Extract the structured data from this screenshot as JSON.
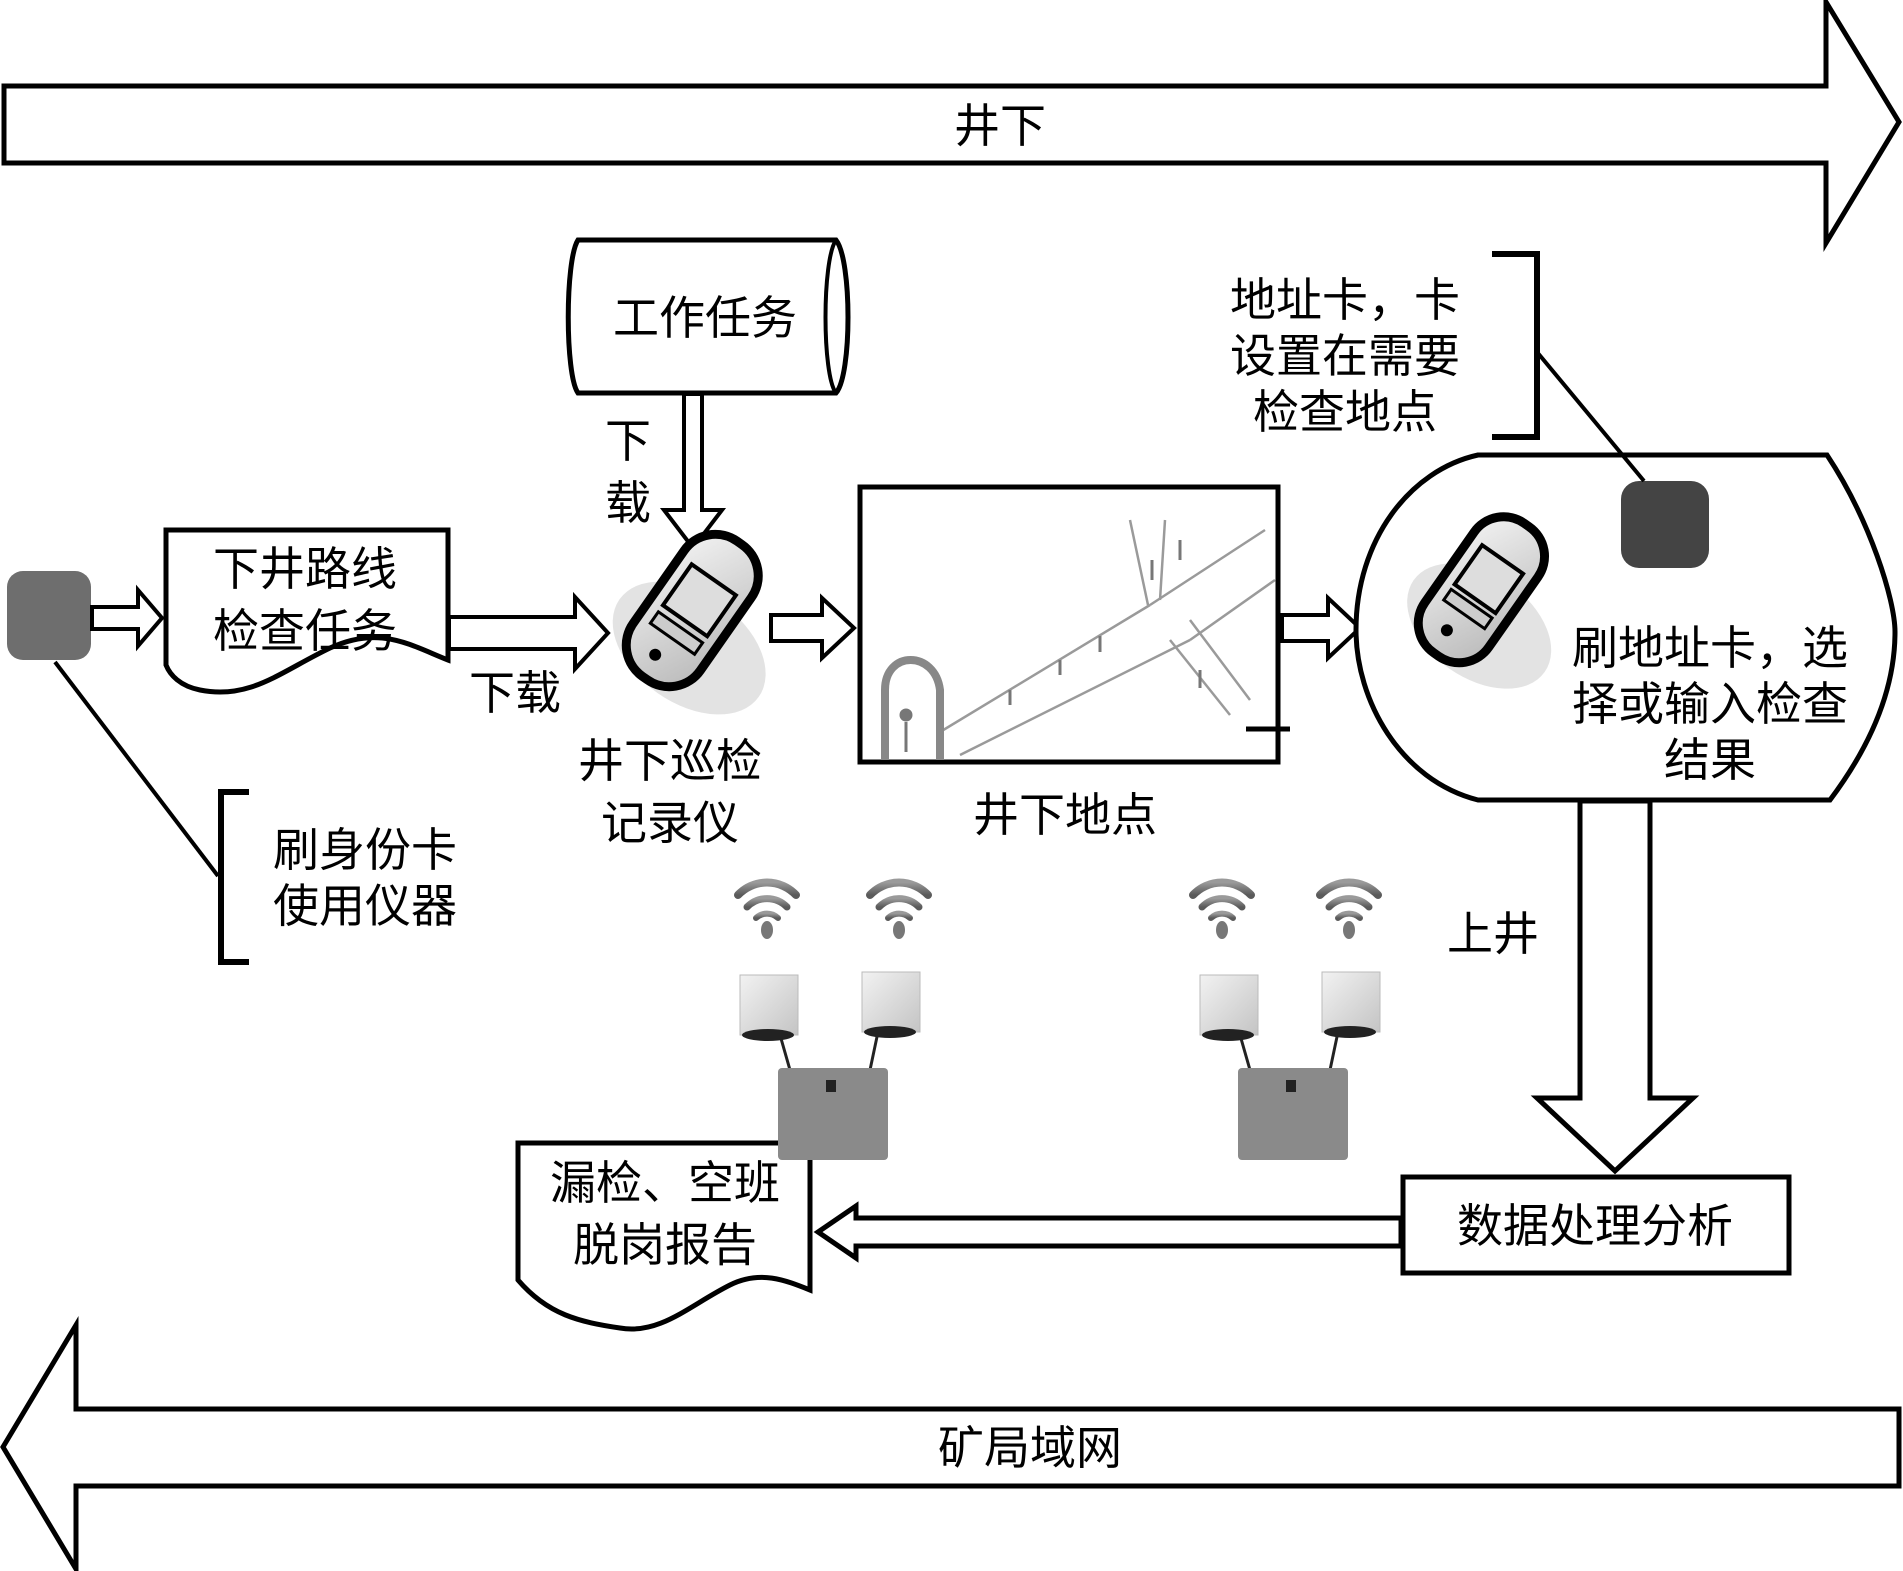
{
  "top_band": {
    "label": "井下"
  },
  "bottom_band": {
    "label": "矿局域网"
  },
  "nodes": {
    "work_task": {
      "label": "工作任务"
    },
    "route_task": {
      "lines": [
        "下井路线",
        "检查任务"
      ]
    },
    "recorder": {
      "lines": [
        "井下巡检",
        "记录仪"
      ]
    },
    "location": {
      "label": "井下地点"
    },
    "address_card_note": {
      "lines": [
        "地址卡，卡",
        "设置在需要",
        "检查地点"
      ]
    },
    "swipe_result": {
      "lines": [
        "刷地址卡，选",
        "择或输入检查",
        "结果"
      ]
    },
    "id_card_note": {
      "lines": [
        "刷身份卡",
        "使用仪器"
      ]
    },
    "data_processing": {
      "label": "数据处理分析"
    },
    "report": {
      "lines": [
        "漏检、空班",
        "脱岗报告"
      ]
    }
  },
  "edges": {
    "download_vertical": {
      "lines": [
        "下",
        "载"
      ]
    },
    "download_horizontal": {
      "label": "下载"
    },
    "go_up": {
      "label": "上井"
    }
  },
  "icons": {
    "id_card": "id-card",
    "address_card": "address-card",
    "phone": "handheld-recorder",
    "wifi": "wifi-signal",
    "access_point": "wireless-access-point",
    "tunnel": "mine-tunnel-illustration"
  },
  "colors": {
    "stroke": "#000000",
    "id_card_fill": "#6e6e6e",
    "address_card_fill": "#444444",
    "ap_body": "#8a8a8a",
    "ap_antenna": "#dcdcdc"
  }
}
